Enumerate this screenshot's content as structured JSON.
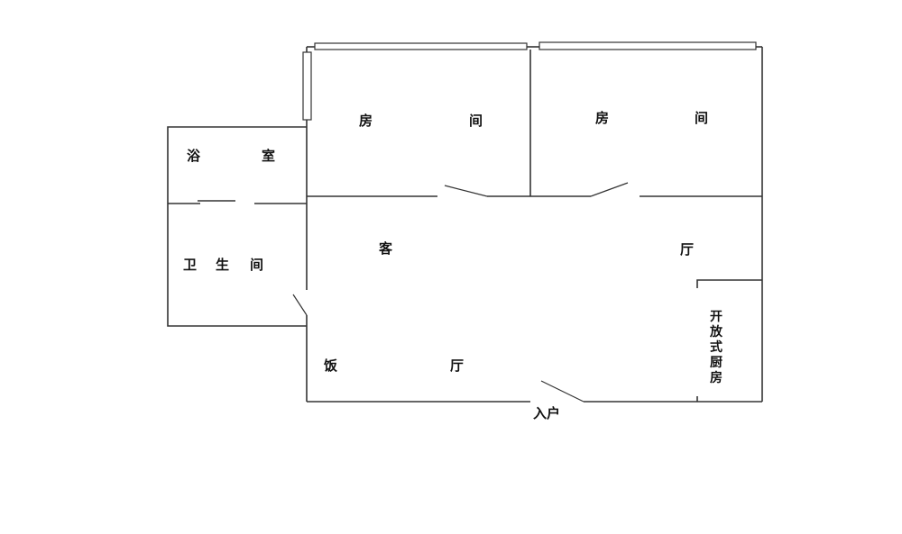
{
  "rooms": {
    "bedroom1": [
      "房",
      "间"
    ],
    "bedroom2": [
      "房",
      "间"
    ],
    "bathroom": [
      "浴",
      "室"
    ],
    "toilet": [
      "卫",
      "生",
      "间"
    ],
    "living_room": [
      "客",
      "厅"
    ],
    "dining_room": [
      "饭",
      "厅"
    ],
    "entrance": "入户",
    "kitchen": [
      "开",
      "放",
      "式",
      "厨",
      "房"
    ]
  }
}
